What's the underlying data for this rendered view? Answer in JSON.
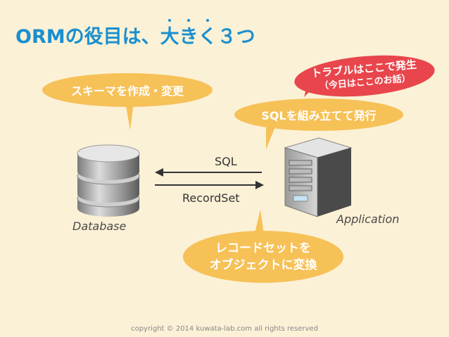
{
  "title": "ORMの役目は、大きく３つ",
  "title_parts": {
    "prefix": "ORMの役目は、",
    "emph": "大きく",
    "suffix": "３つ"
  },
  "bubbles": {
    "schema": "スキーマを作成・変更",
    "sql_build": "SQLを組み立てて発行",
    "recordset_line1": "レコードセットを",
    "recordset_line2": "オブジェクトに変換",
    "trouble_line1": "トラブルはここで発生",
    "trouble_line2": "（今日はここのお話）"
  },
  "nodes": {
    "database": "Database",
    "application": "Application"
  },
  "arrows": {
    "sql": "SQL",
    "recordset": "RecordSet"
  },
  "footer": "copyright © 2014 kuwata-lab.com all rights reserved",
  "colors": {
    "background": "#fbf1d6",
    "title": "#1a8fd0",
    "bubble": "#f6c157",
    "trouble_bubble": "#e8464c"
  }
}
